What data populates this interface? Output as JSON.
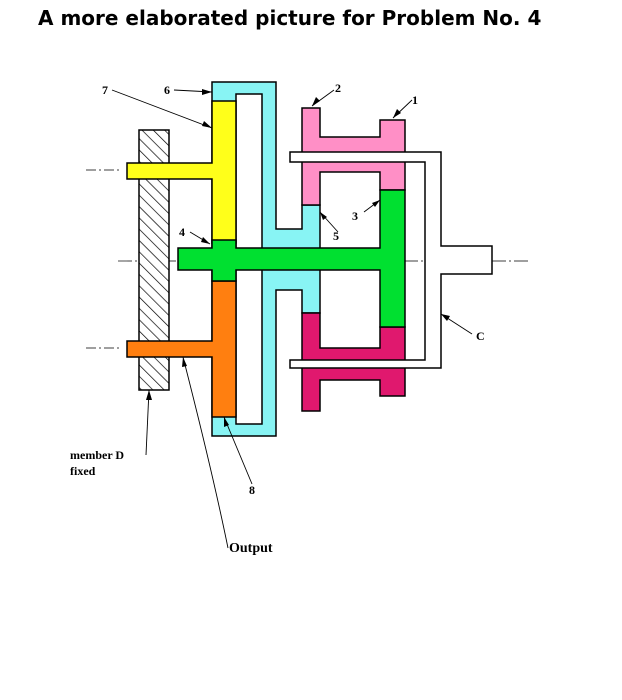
{
  "title": "A more elaborated picture for Problem No. 4",
  "labels": {
    "l1": "1",
    "l2": "2",
    "l3": "3",
    "l4": "4",
    "l5": "5",
    "l6": "6",
    "l7": "7",
    "l8": "8",
    "lC": "C",
    "memberD": "member D",
    "fixed": "fixed",
    "output": "Output"
  },
  "colors": {
    "gear1": "#ff8fc6",
    "gear1_lower": "#e0186e",
    "gear3": "#00e030",
    "gear5_carrier": "#88f4f4",
    "gear7": "#ffff1a",
    "gear8": "#ff7f10",
    "outline": "#000000"
  }
}
